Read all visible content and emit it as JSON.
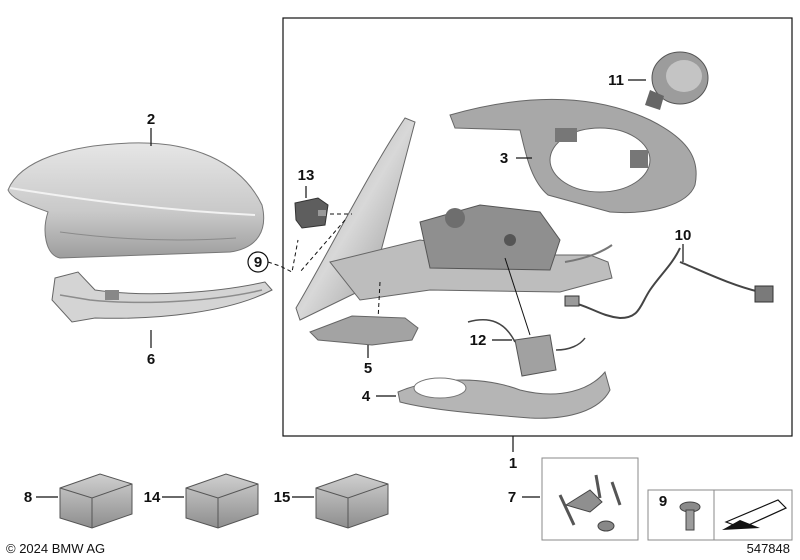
{
  "copyright": "© 2024 BMW AG",
  "diagram_id": "547848",
  "callouts": {
    "c1": "1",
    "c2": "2",
    "c3": "3",
    "c4": "4",
    "c5": "5",
    "c6": "6",
    "c7": "7",
    "c8": "8",
    "c9_circle": "9",
    "c9_box": "9",
    "c10": "10",
    "c11": "11",
    "c12": "12",
    "c13": "13",
    "c14": "14",
    "c15": "15"
  },
  "colors": {
    "part_light": "#dcdcdc",
    "part_mid": "#a9a9a9",
    "part_dark": "#6e6e6e",
    "line": "#111111"
  }
}
